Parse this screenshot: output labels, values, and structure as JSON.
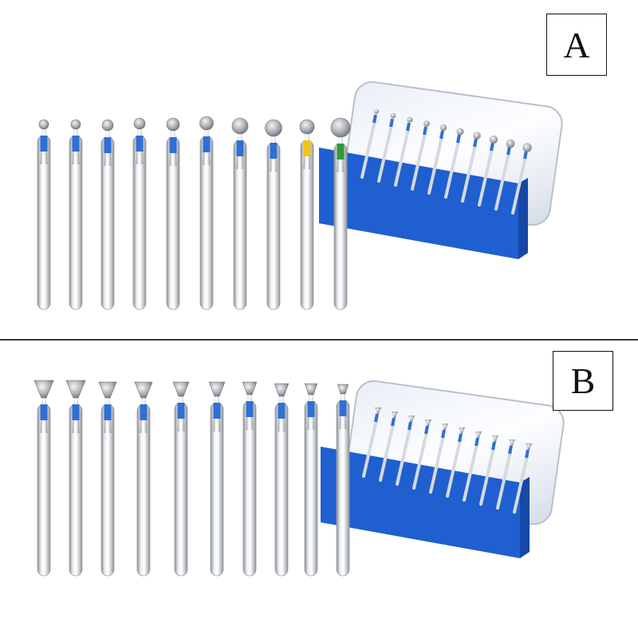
{
  "panels": [
    {
      "label": "A",
      "bur_head_shape": "round",
      "bur_count": 10,
      "case_bur_count": 10,
      "accent_color": "#2f6fd6"
    },
    {
      "label": "B",
      "bur_head_shape": "inverted-cone",
      "bur_count": 10,
      "case_bur_count": 10,
      "accent_color": "#2f6fd6"
    }
  ],
  "colors": {
    "case_blue": "#1f5fd0",
    "case_blue_dark": "#1648a8",
    "band_blue": "#2f6fd6",
    "band_yellow": "#f2c418",
    "band_green": "#2e9a3a",
    "steel_light": "#f2f3f5",
    "steel_mid": "#c3c7cc",
    "steel_dark": "#8a8f96"
  }
}
